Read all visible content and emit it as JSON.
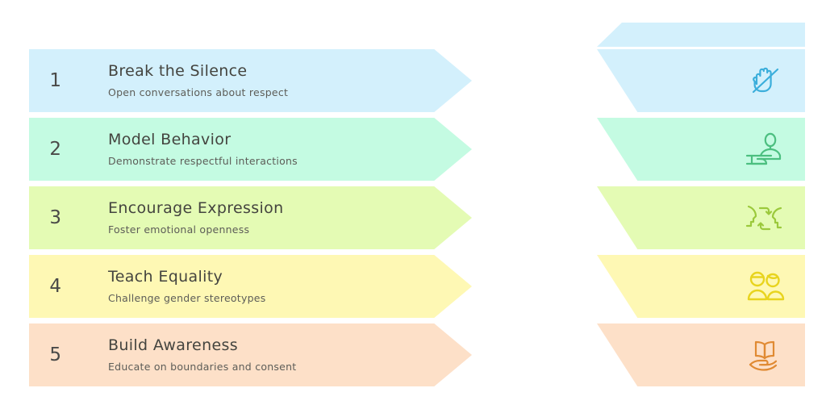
{
  "infographic": {
    "type": "numbered-step-list",
    "step_count": 5,
    "background_color": "#ffffff",
    "decorative_cap": {
      "name": "top-decorative-trapezoid",
      "color": "#D3F0FC"
    },
    "steps": [
      {
        "number": "1",
        "title": "Break the Silence",
        "subtitle": "Open conversations about respect",
        "fill": "#D3F0FC",
        "icon_color": "#3BAEDB",
        "icon": "raised-hand-slashed-icon"
      },
      {
        "number": "2",
        "title": "Model Behavior",
        "subtitle": "Demonstrate respectful interactions",
        "fill": "#C4FBE2",
        "icon_color": "#4CBF80",
        "icon": "person-at-podium-icon"
      },
      {
        "number": "3",
        "title": "Encourage Expression",
        "subtitle": "Foster emotional openness",
        "fill": "#E4FBB4",
        "icon_color": "#9BC93C",
        "icon": "two-profiles-exchange-arrows-icon"
      },
      {
        "number": "4",
        "title": "Teach Equality",
        "subtitle": "Challenge gender stereotypes",
        "fill": "#FEF8B4",
        "icon_color": "#E8D41E",
        "icon": "two-people-pair-icon"
      },
      {
        "number": "5",
        "title": "Build Awareness",
        "subtitle": "Educate on boundaries and consent",
        "fill": "#FDE0C8",
        "icon_color": "#E08A33",
        "icon": "open-book-on-hand-icon"
      }
    ]
  }
}
